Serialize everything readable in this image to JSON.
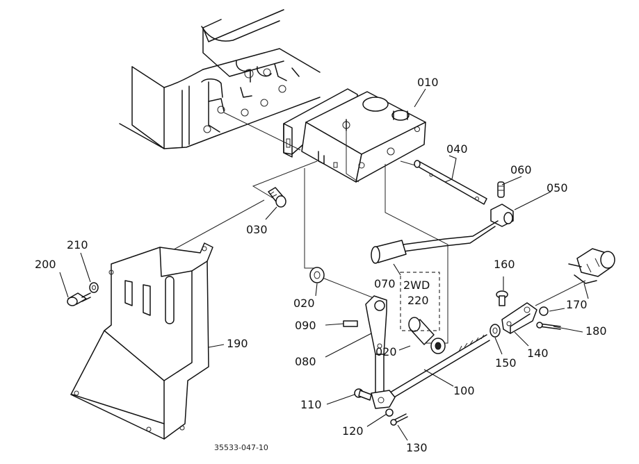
{
  "part_labels": {
    "p010": "010",
    "p020a": "020",
    "p020b": "020",
    "p030": "030",
    "p040": "040",
    "p050": "050",
    "p060": "060",
    "p070": "070",
    "p080": "080",
    "p090": "090",
    "p100": "100",
    "p110": "110",
    "p120": "120",
    "p130": "130",
    "p140": "140",
    "p150": "150",
    "p160": "160",
    "p170": "170",
    "p180": "180",
    "p190": "190",
    "p200": "200",
    "p210": "210",
    "p220": "220"
  },
  "variant_label": "2WD",
  "drawing_number": "35533-047-10"
}
